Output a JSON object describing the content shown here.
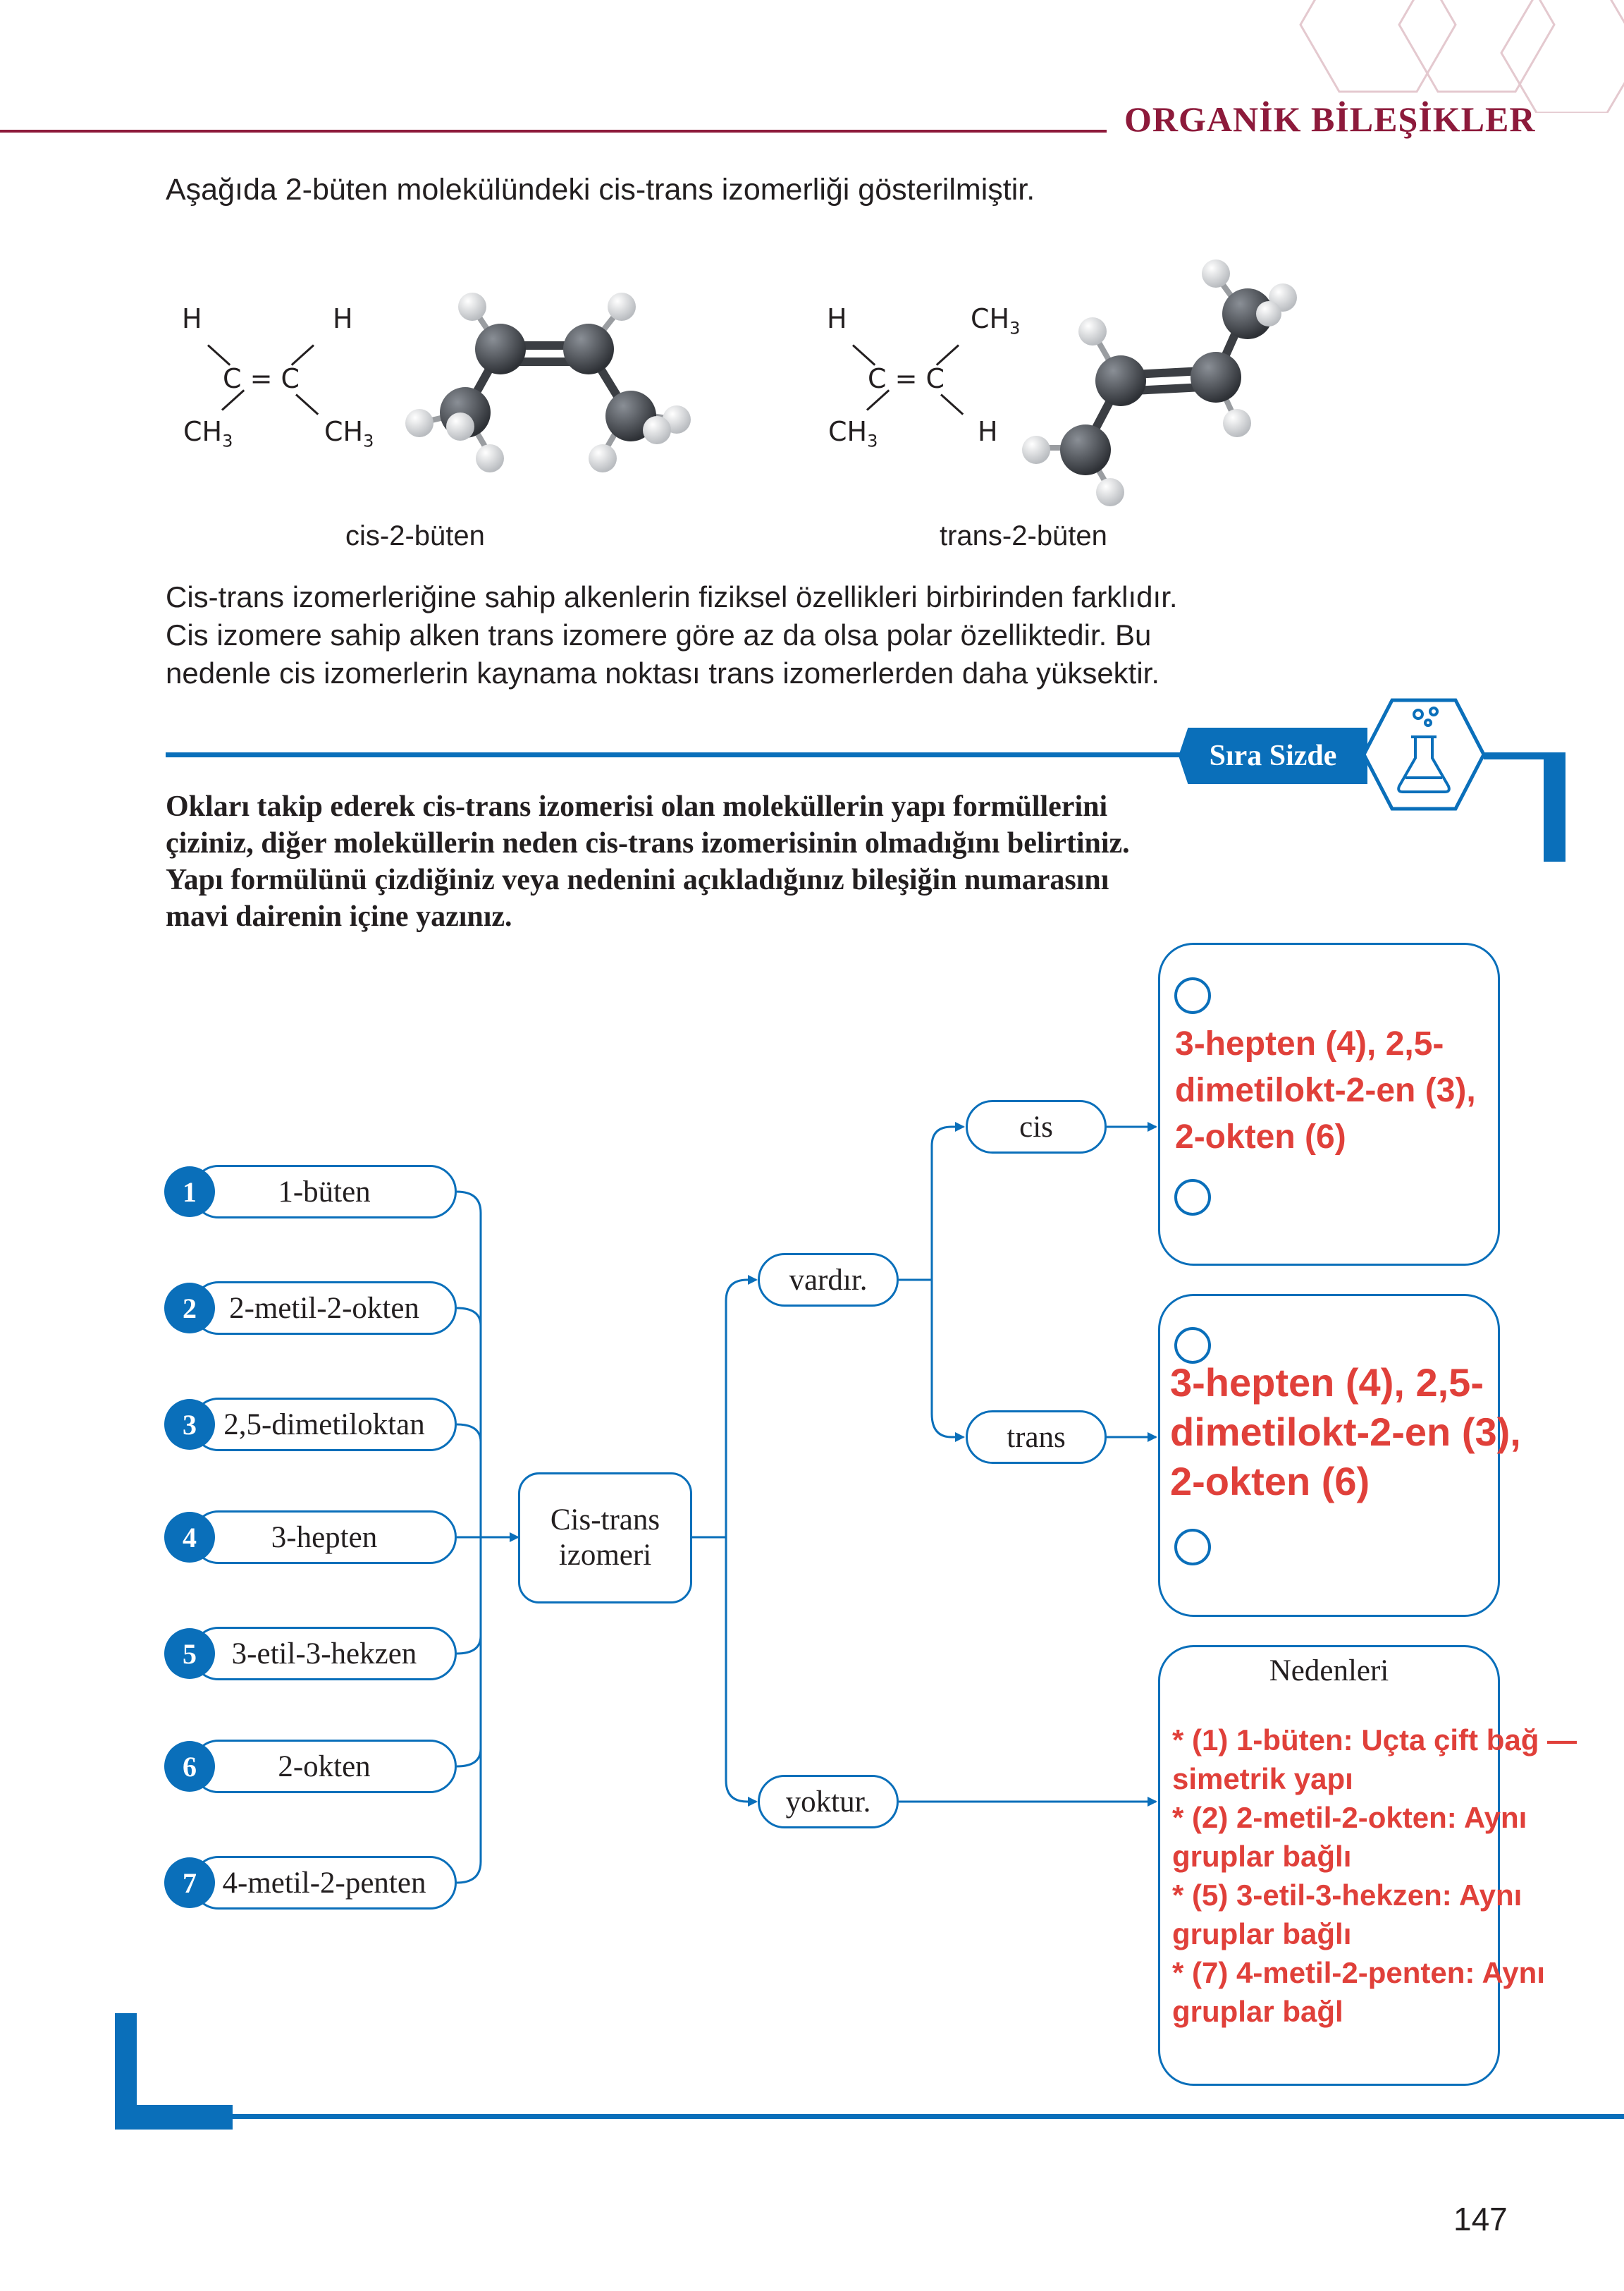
{
  "header": {
    "title": "ORGANİK BİLEŞİKLER"
  },
  "intro": "Aşağıda 2-büten molekülündeki cis-trans izomerliği gösterilmiştir.",
  "cis": {
    "h_left": "H",
    "h_right": "H",
    "cc": "C = C",
    "ch3_left": "CH",
    "ch3_right": "CH",
    "sub": "3",
    "caption": "cis-2-büten"
  },
  "trans": {
    "h_left": "H",
    "ch3_right": "CH",
    "cc": "C = C",
    "ch3_left": "CH",
    "h_right": "H",
    "sub": "3",
    "caption": "trans-2-büten"
  },
  "paragraph": [
    "Cis-trans izomerleriğine sahip alkenlerin fiziksel özellikleri birbirinden farklıdır.",
    "Cis izomere sahip alken trans izomere göre az da olsa polar özelliktedir. Bu",
    "nedenle cis izomerlerin kaynama noktası trans izomerlerden daha yüksektir."
  ],
  "sira_sizde": "Sıra Sizde",
  "task": [
    "Okları takip ederek cis-trans izomerisi olan moleküllerin yapı formüllerini",
    "çiziniz, diğer moleküllerin neden cis-trans izomerisinin olmadığını belirtiniz.",
    "Yapı formülünü çizdiğiniz veya nedenini açıkladığınız bileşiğin numarasını",
    "mavi dairenin içine yazınız."
  ],
  "molecules": [
    {
      "num": "1",
      "name": "1-büten"
    },
    {
      "num": "2",
      "name": "2-metil-2-okten"
    },
    {
      "num": "3",
      "name": "2,5-dimetiloktan"
    },
    {
      "num": "4",
      "name": "3-hepten"
    },
    {
      "num": "5",
      "name": "3-etil-3-hekzen"
    },
    {
      "num": "6",
      "name": "2-okten"
    },
    {
      "num": "7",
      "name": "4-metil-2-penten"
    }
  ],
  "flow": {
    "center_line1": "Cis-trans",
    "center_line2": "izomeri",
    "yes": "vardır.",
    "no": "yoktur.",
    "cis": "cis",
    "trans": "trans",
    "reasons_title": "Nedenleri"
  },
  "answers": {
    "cis": [
      "3-hepten (4), 2,5-",
      "dimetilokt-2-en (3),",
      "2-okten (6)"
    ],
    "trans": [
      "3-hepten (4), 2,5-",
      "dimetilokt-2-en (3),",
      "2-okten (6)"
    ],
    "reasons": [
      "* (1) 1-büten: Uçta çift bağ —",
      "simetrik yapı",
      "* (2) 2-metil-2-okten: Aynı",
      "gruplar bağlı",
      "* (5) 3-etil-3-hekzen: Aynı",
      "gruplar bağlı",
      "* (7) 4-metil-2-penten: Aynı",
      "gruplar bağl"
    ]
  },
  "page_number": "147",
  "colors": {
    "accent_blue": "#0a6fba",
    "header_red": "#8d1a3b",
    "answer_red": "#e0403a"
  }
}
